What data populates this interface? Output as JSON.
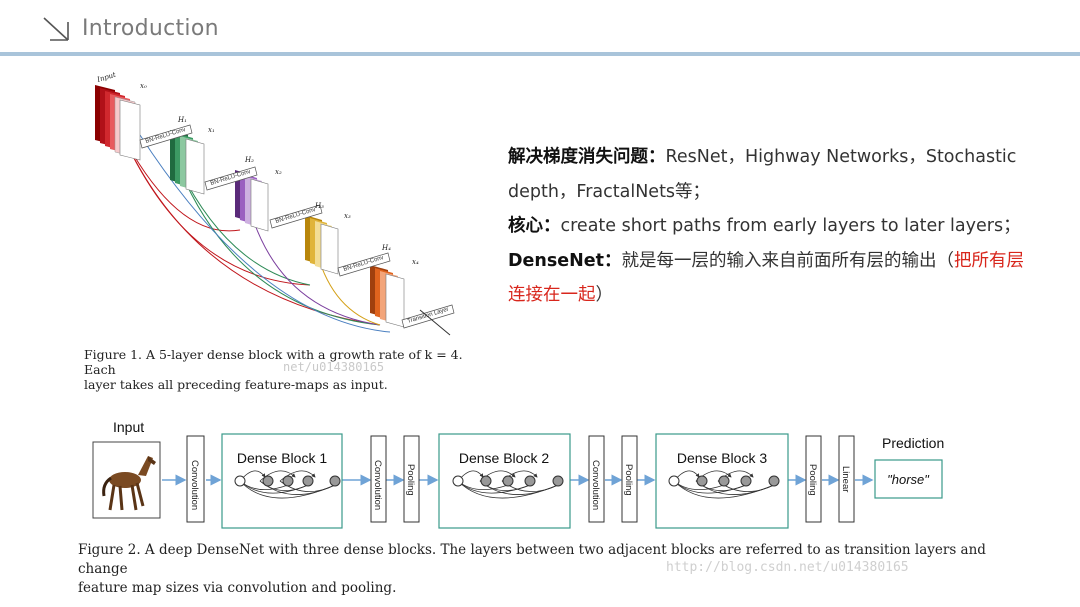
{
  "header": {
    "title": "Introduction"
  },
  "figure1": {
    "labels": {
      "input": "Input",
      "x0": "x₀",
      "x1": "x₁",
      "x2": "x₂",
      "x3": "x₃",
      "x4": "x₄",
      "h1": "H₁",
      "h2": "H₂",
      "h3": "H₃",
      "h4": "H₄",
      "brc": "BN-ReLU-Conv",
      "transition": "Transition Layer"
    },
    "colors": [
      "#c0161c",
      "#2e8b57",
      "#7b3f9e",
      "#d4a017",
      "#e0641e"
    ],
    "caption_line1": "Figure 1. A 5-layer dense block with a growth rate of k = 4. Each",
    "caption_line2": "layer takes all preceding feature-maps as input.",
    "watermark": "net/u014380165"
  },
  "text": {
    "line1_bold": "解决梯度消失问题：",
    "line1_rest": "ResNet，Highway Networks，Stochastic",
    "line2": "depth，FractalNets等；",
    "line3_bold": "核心：",
    "line3_rest": "create short paths from early layers to later layers；",
    "line4_bold": "DenseNet：",
    "line4_rest": "就是每一层的输入来自前面所有层的输出（",
    "line4_red": "把所有层",
    "line5_red": "连接在一起",
    "line5_rest": "）"
  },
  "figure2": {
    "input_label": "Input",
    "prediction_label": "Prediction",
    "prediction_value": "\"horse\"",
    "convolution": "Convolution",
    "pooling": "Pooling",
    "linear": "Linear",
    "block1": "Dense Block 1",
    "block2": "Dense Block 2",
    "block3": "Dense Block 3",
    "caption_line1": "Figure 2. A deep DenseNet with three dense blocks. The layers between two adjacent blocks are referred to as transition layers and change",
    "caption_line2": "feature map sizes via convolution and pooling.",
    "watermark": "http://blog.csdn.net/u014380165"
  }
}
